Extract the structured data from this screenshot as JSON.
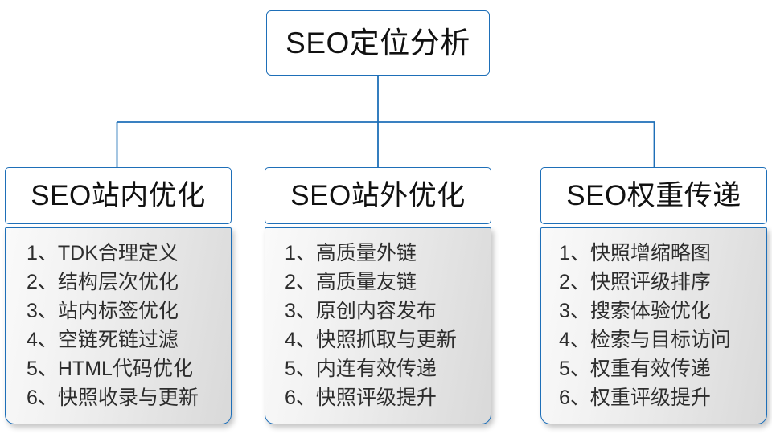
{
  "diagram": {
    "type": "org-tree",
    "root": {
      "label": "SEO定位分析"
    },
    "accent_color": "#1e6fb8",
    "branches": [
      {
        "header": "SEO站内优化",
        "items": [
          "1、TDK合理定义",
          "2、结构层次优化",
          "3、站内标签优化",
          "4、空链死链过滤",
          "5、HTML代码优化",
          "6、快照收录与更新"
        ]
      },
      {
        "header": "SEO站外优化",
        "items": [
          "1、高质量外链",
          "2、高质量友链",
          "3、原创内容发布",
          "4、快照抓取与更新",
          "5、内连有效传递",
          "6、快照评级提升"
        ]
      },
      {
        "header": "SEO权重传递",
        "items": [
          "1、快照增缩略图",
          "2、快照评级排序",
          "3、搜索体验优化",
          "4、检索与目标访问",
          "5、权重有效传递",
          "6、权重评级提升"
        ]
      }
    ]
  }
}
